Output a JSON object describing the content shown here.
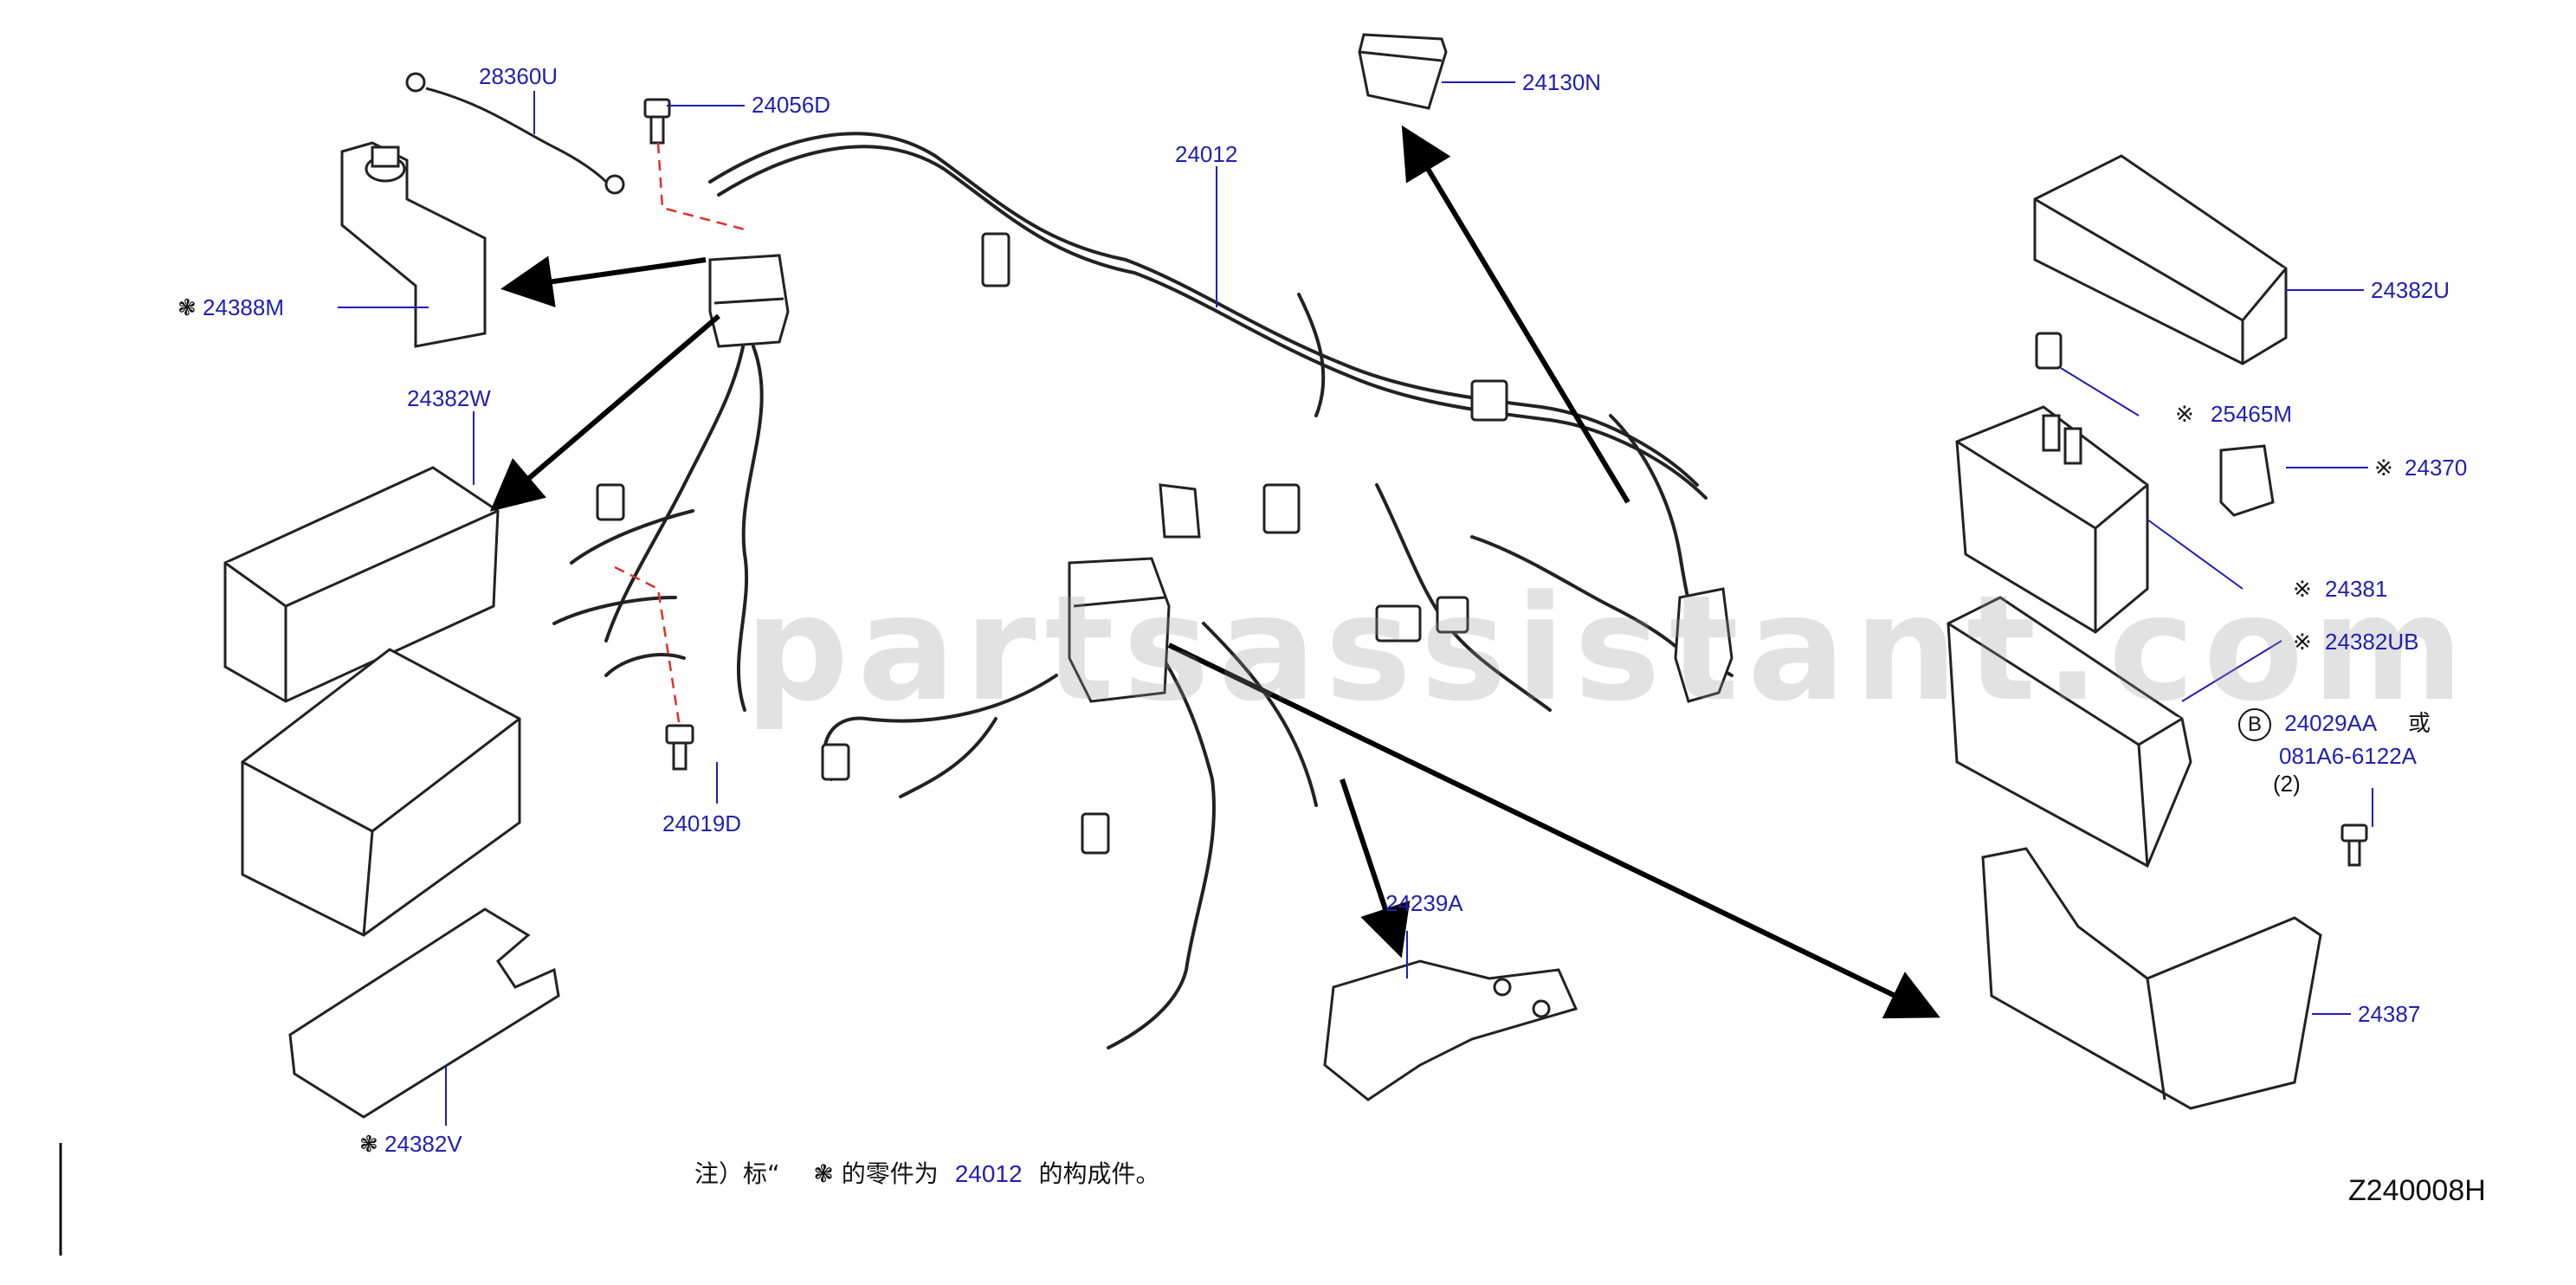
{
  "labels": {
    "p28360U": "28360U",
    "p24056D": "24056D",
    "p24130N": "24130N",
    "p24012": "24012",
    "p24388M": "24388M",
    "p24382U": "24382U",
    "p25465M": "25465M",
    "p24370": "24370",
    "p24382W": "24382W",
    "p24381": "24381",
    "p24382UB": "24382UB",
    "p24029AA": "24029AA",
    "or_char": "或",
    "p081A6": "081A6-6122A",
    "qty2": "(2)",
    "circle_b": "B",
    "p24019D": "24019D",
    "p24239A": "24239A",
    "p24387": "24387",
    "p24382V": "24382V"
  },
  "markers": {
    "asterisk": "※",
    "gear": "❃"
  },
  "note": {
    "prefix": "注）标“",
    "suffix": "的零件为",
    "part": "24012",
    "end": "的构成件。"
  },
  "diagram_code": "Z240008H",
  "watermark": "partsassistant.com",
  "colors": {
    "label_blue": "#1f1fb4",
    "line": "#111111",
    "leader_red": "#e0302a"
  }
}
